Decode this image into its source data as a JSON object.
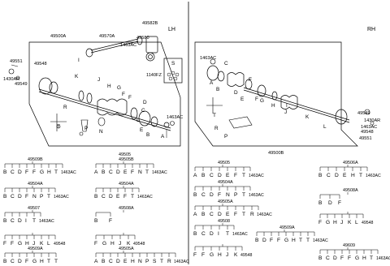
{
  "sides": {
    "left": "LH",
    "right": "RH"
  },
  "left_part_labels": [
    {
      "id": "l-49500a",
      "text": "49500A"
    },
    {
      "id": "l-49570a",
      "text": "49570A"
    },
    {
      "id": "l-49582b",
      "text": "49582B"
    },
    {
      "id": "l-49580",
      "text": "49580"
    },
    {
      "id": "l-1463ac-top",
      "text": "1463AC"
    },
    {
      "id": "l-49551",
      "text": "49551"
    },
    {
      "id": "l-1430ar",
      "text": "1430AR"
    },
    {
      "id": "l-49549",
      "text": "49549"
    },
    {
      "id": "l-49548",
      "text": "49548"
    },
    {
      "id": "l-1140fz",
      "text": "1140FZ"
    },
    {
      "id": "l-1463ac-right",
      "text": "1463AC"
    }
  ],
  "left_letters": [
    "I",
    "K",
    "J",
    "H",
    "G",
    "F",
    "F",
    "L",
    "D",
    "C",
    "E",
    "B",
    "A",
    "S",
    "R",
    "T",
    "P",
    "N"
  ],
  "right_part_labels": [
    {
      "id": "r-1463ac-top",
      "text": "1463AC"
    },
    {
      "id": "r-49549",
      "text": "49549"
    },
    {
      "id": "r-1430ar",
      "text": "1430AR"
    },
    {
      "id": "r-1463ac-mid",
      "text": "1463AC"
    },
    {
      "id": "r-49551",
      "text": "49551"
    },
    {
      "id": "r-49548",
      "text": "49548"
    },
    {
      "id": "r-49500b",
      "text": "49500B"
    }
  ],
  "right_letters": [
    "A",
    "B",
    "C",
    "D",
    "E",
    "F",
    "F",
    "G",
    "H",
    "J",
    "I",
    "K",
    "L",
    "T",
    "R",
    "P"
  ],
  "left_trees": [
    {
      "code": "49509B",
      "letters": [
        "B",
        "C",
        "D",
        "F",
        "F",
        "G",
        "H",
        "T"
      ],
      "tail": "1463AC"
    },
    {
      "code": "49505\n49505B",
      "letters": [
        "A",
        "B",
        "C",
        "D",
        "E",
        "F",
        "N",
        "T"
      ],
      "tail": "1463AC"
    },
    {
      "code": "49504A",
      "letters": [
        "B",
        "C",
        "D",
        "F",
        "N",
        "P",
        "T"
      ],
      "tail": "1463AC"
    },
    {
      "code": "49504A",
      "letters": [
        "B",
        "C",
        "D",
        "E",
        "F",
        "T"
      ],
      "tail": "1463AC"
    },
    {
      "code": "49507",
      "letters": [
        "B",
        "C",
        "D",
        "I",
        "T"
      ],
      "tail": "1463AC"
    },
    {
      "code": "49508A",
      "letters": [
        "B",
        "F"
      ],
      "tail": ""
    },
    {
      "code": "",
      "letters": [
        "F",
        "F",
        "G",
        "H",
        "J",
        "K",
        "L"
      ],
      "tail": "49548"
    },
    {
      "code": "",
      "letters": [
        "F",
        "G",
        "H",
        "J",
        "K"
      ],
      "tail": "49548"
    },
    {
      "code": "49509A",
      "letters": [
        "B",
        "C",
        "D",
        "F",
        "G",
        "H",
        "T",
        "T"
      ],
      "tail": ""
    },
    {
      "code": "49505A",
      "letters": [
        "A",
        "B",
        "C",
        "D",
        "E",
        "H",
        "N",
        "P",
        "S",
        "T",
        "R"
      ],
      "tail": "1463AC"
    }
  ],
  "right_trees": [
    {
      "code": "49505",
      "letters": [
        "A",
        "B",
        "C",
        "D",
        "E",
        "F",
        "T"
      ],
      "tail": "1463AC"
    },
    {
      "code": "49506A",
      "letters": [
        "B",
        "C",
        "D",
        "E",
        "H",
        "T"
      ],
      "tail": "1463AC"
    },
    {
      "code": "49504A",
      "letters": [
        "B",
        "C",
        "D",
        "F",
        "N",
        "P",
        "T"
      ],
      "tail": "1463AC"
    },
    {
      "code": "49508A",
      "letters": [
        "B",
        "D",
        "F"
      ],
      "tail": ""
    },
    {
      "code": "49505A",
      "letters": [
        "A",
        "B",
        "C",
        "D",
        "E",
        "F",
        "T",
        "R"
      ],
      "tail": "1463AC"
    },
    {
      "code": "",
      "letters": [
        "F",
        "G",
        "H",
        "J",
        "K",
        "L"
      ],
      "tail": "49548"
    },
    {
      "code": "49508",
      "letters": [
        "B",
        "C",
        "D",
        "I",
        "T"
      ],
      "tail": "1463AC"
    },
    {
      "code": "49509A",
      "letters": [
        "B",
        "D",
        "F",
        "F",
        "G",
        "H",
        "T",
        "T"
      ],
      "tail": "1463AC"
    },
    {
      "code": "",
      "letters": [
        "F",
        "F",
        "G",
        "H",
        "J",
        "K"
      ],
      "tail": "49548"
    },
    {
      "code": "49609",
      "letters": [
        "B",
        "C",
        "D",
        "F",
        "F",
        "G",
        "H",
        "T"
      ],
      "tail": "1463AC"
    }
  ]
}
